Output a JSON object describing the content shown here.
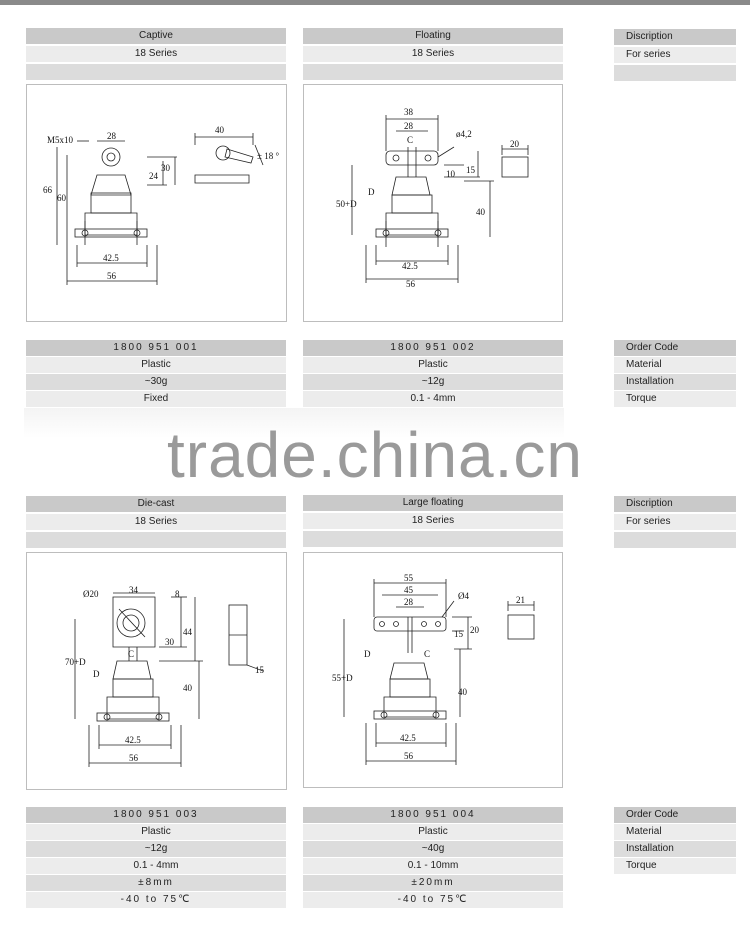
{
  "watermark": "trade.china.cn",
  "colors": {
    "header_dark": "#c9c9c9",
    "row_light": "#ececec",
    "top_bar": "#8a8a8a"
  },
  "top": {
    "headers": [
      {
        "title": "Captive",
        "series": "18 Series"
      },
      {
        "title": "Floating",
        "series": "18 Series"
      }
    ],
    "desc_labels": {
      "description": "Discription",
      "for_series": "For series"
    },
    "specs": [
      {
        "order_code": "1800 951 001",
        "material": "Plastic",
        "installation": "~30g",
        "torque": "Fixed"
      },
      {
        "order_code": "1800 951 002",
        "material": "Plastic",
        "installation": "~12g",
        "torque": "0.1 - 4mm"
      }
    ],
    "spec_labels": {
      "order_code": "Order Code",
      "material": "Material",
      "installation": "Installation",
      "torque": "Torque"
    }
  },
  "bottom": {
    "headers": [
      {
        "title": "Die-cast",
        "series": "18 Series"
      },
      {
        "title": "Large floating",
        "series": "18 Series"
      }
    ],
    "desc_labels": {
      "description": "Discription",
      "for_series": "For series"
    },
    "specs": [
      {
        "order_code": "1800 951 003",
        "material": "Plastic",
        "installation": "~12g",
        "torque": "0.1 - 4mm",
        "extra1": "±8mm",
        "extra2": "-40 to 75℃"
      },
      {
        "order_code": "1800 951 004",
        "material": "Plastic",
        "installation": "~40g",
        "torque": "0.1 - 10mm",
        "extra1": "±20mm",
        "extra2": "-40 to 75℃"
      }
    ],
    "spec_labels": {
      "order_code": "Order Code",
      "material": "Material",
      "installation": "Installation",
      "torque": "Torque"
    }
  },
  "drawings": {
    "captive": {
      "m5": "M5x10",
      "d28": "28",
      "d30": "30",
      "d24": "24",
      "d66": "66",
      "d60": "60",
      "d42": "42.5",
      "d56": "56",
      "side40": "40",
      "angle": "± 18 °"
    },
    "floating": {
      "d38": "38",
      "d28": "28",
      "phi": "ø4,2",
      "c": "C",
      "d10": "10",
      "d15": "15",
      "dD": "D",
      "d50": "50+D",
      "d40": "40",
      "d42": "42.5",
      "d56": "56",
      "side20": "20"
    },
    "diecast": {
      "phi": "Ø20",
      "d34": "34",
      "d8": "8",
      "d30": "30",
      "d44": "44",
      "c": "C",
      "d70": "70+D",
      "dD": "D",
      "d40": "40",
      "d42": "42.5",
      "d56": "56",
      "side15": "15"
    },
    "large": {
      "d55": "55",
      "d45": "45",
      "d28": "28",
      "phi": "Ø4",
      "d15": "15",
      "d20": "20",
      "dD": "D",
      "c": "C",
      "d55d": "55+D",
      "d40": "40",
      "d42": "42.5",
      "d56": "56",
      "side21": "21"
    }
  }
}
